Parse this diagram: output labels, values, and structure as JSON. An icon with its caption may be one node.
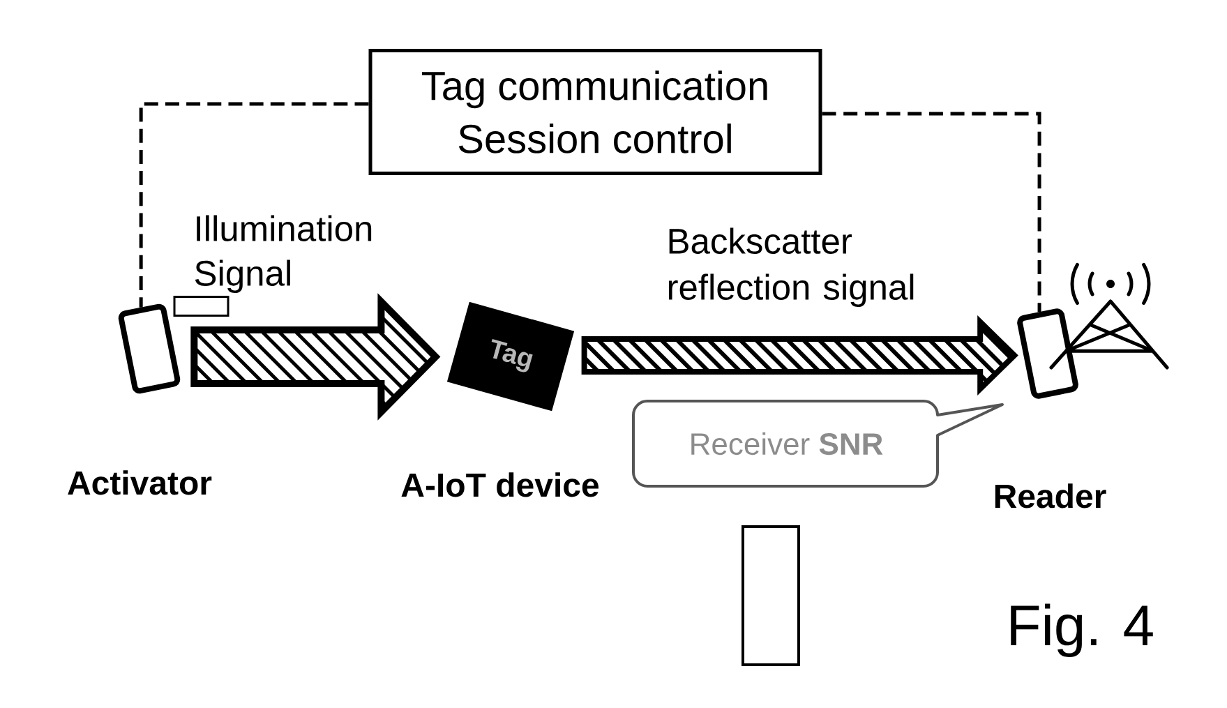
{
  "diagram": {
    "caption": "Fig. 4",
    "nodes": [
      {
        "text": [
          "Tag communication",
          "Session control"
        ]
      },
      {
        "text": [],
        "shape": "phone",
        "beside": [
          "Activator"
        ]
      },
      {
        "text": [],
        "shape": "box"
      },
      {
        "text": [
          "Tag"
        ]
      },
      {
        "text": [],
        "shape": "phone"
      },
      {
        "text": [
          "Receiver **SNR**"
        ]
      },
      {
        "text": [],
        "shape": "box"
      }
    ],
    "edges": [
      {
        "from": 0,
        "to": 1,
        "arrow": "none",
        "style": "dashed"
      },
      {
        "from": 0,
        "to": 4,
        "arrow": "none",
        "style": "dashed"
      },
      {
        "from": 1,
        "to": 3,
        "arrow": "to",
        "label": "Illumination Signal",
        "style": "thick"
      },
      {
        "from": 3,
        "to": 4,
        "arrow": "to",
        "label": "Backscatter reflection signal",
        "style": "thick"
      }
    ],
    "labels": [
      "A-IoT device",
      "Reader"
    ]
  }
}
